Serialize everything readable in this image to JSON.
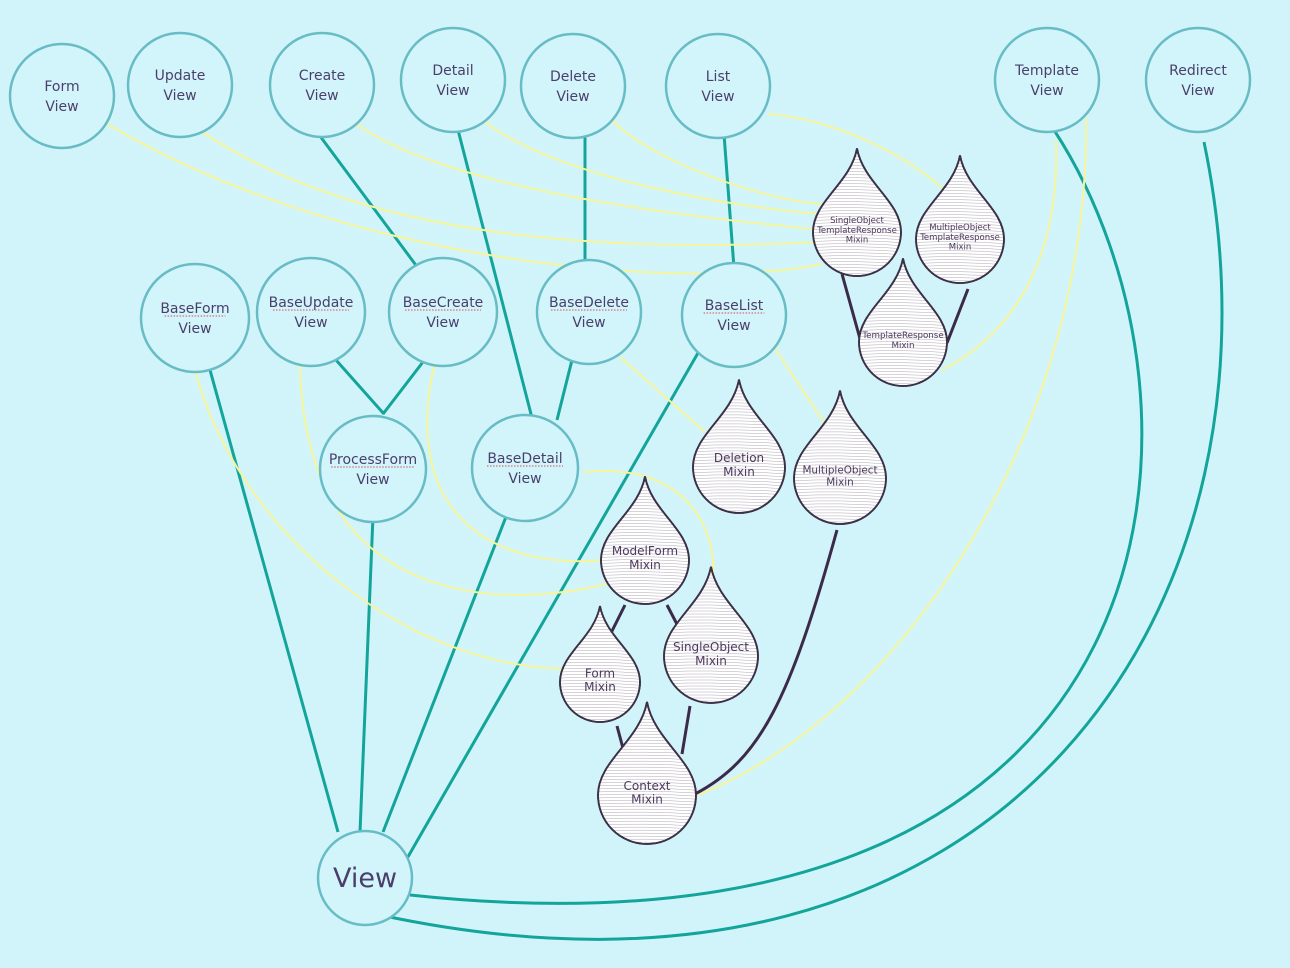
{
  "class_views": [
    {
      "id": "form",
      "lines": [
        "Form",
        "View"
      ]
    },
    {
      "id": "update",
      "lines": [
        "Update",
        "View"
      ]
    },
    {
      "id": "create",
      "lines": [
        "Create",
        "View"
      ]
    },
    {
      "id": "detail",
      "lines": [
        "Detail",
        "View"
      ]
    },
    {
      "id": "delete",
      "lines": [
        "Delete",
        "View"
      ]
    },
    {
      "id": "list",
      "lines": [
        "List",
        "View"
      ]
    },
    {
      "id": "template",
      "lines": [
        "Template",
        "View"
      ]
    },
    {
      "id": "redirect",
      "lines": [
        "Redirect",
        "View"
      ]
    },
    {
      "id": "baseform",
      "lines": [
        "BaseForm",
        "View"
      ]
    },
    {
      "id": "baseupdate",
      "lines": [
        "BaseUpdate",
        "View"
      ]
    },
    {
      "id": "basecreate",
      "lines": [
        "BaseCreate",
        "View"
      ]
    },
    {
      "id": "basedelete",
      "lines": [
        "BaseDelete",
        "View"
      ]
    },
    {
      "id": "baselist",
      "lines": [
        "BaseList",
        "View"
      ]
    },
    {
      "id": "processform",
      "lines": [
        "ProcessForm",
        "View"
      ]
    },
    {
      "id": "basedetail",
      "lines": [
        "BaseDetail",
        "View"
      ]
    },
    {
      "id": "view",
      "lines": [
        "View"
      ]
    }
  ],
  "mixins": [
    {
      "id": "singleobject_tr",
      "lines": [
        "SingleObject",
        "TemplateResponse",
        "Mixin"
      ]
    },
    {
      "id": "multipleobject_tr",
      "lines": [
        "MultipleObject",
        "TemplateResponse",
        "Mixin"
      ]
    },
    {
      "id": "templateresponse",
      "lines": [
        "TemplateResponse",
        "Mixin"
      ]
    },
    {
      "id": "deletion",
      "lines": [
        "Deletion",
        "Mixin"
      ]
    },
    {
      "id": "multipleobject",
      "lines": [
        "MultipleObject",
        "Mixin"
      ]
    },
    {
      "id": "modelform",
      "lines": [
        "ModelForm",
        "Mixin"
      ]
    },
    {
      "id": "singleobject",
      "lines": [
        "SingleObject",
        "Mixin"
      ]
    },
    {
      "id": "form_mixin",
      "lines": [
        "Form",
        "Mixin"
      ]
    },
    {
      "id": "context",
      "lines": [
        "Context",
        "Mixin"
      ]
    }
  ],
  "edges": [
    {
      "from": "create",
      "to": "basecreate",
      "kind": "teal"
    },
    {
      "from": "detail",
      "to": "basedetail",
      "kind": "teal"
    },
    {
      "from": "delete",
      "to": "basedelete",
      "kind": "teal"
    },
    {
      "from": "list",
      "to": "baselist",
      "kind": "teal"
    },
    {
      "from": "baseupdate",
      "to": "processform",
      "kind": "teal"
    },
    {
      "from": "basecreate",
      "to": "processform",
      "kind": "teal"
    },
    {
      "from": "basedelete",
      "to": "basedetail",
      "kind": "teal"
    },
    {
      "from": "baseform",
      "to": "view",
      "kind": "teal"
    },
    {
      "from": "processform",
      "to": "view",
      "kind": "teal"
    },
    {
      "from": "basedetail",
      "to": "view",
      "kind": "teal"
    },
    {
      "from": "baselist",
      "to": "view",
      "kind": "teal"
    },
    {
      "from": "template",
      "to": "view",
      "kind": "teal"
    },
    {
      "from": "redirect",
      "to": "view",
      "kind": "teal"
    },
    {
      "from": "form",
      "to": "singleobject_tr",
      "kind": "yellow"
    },
    {
      "from": "update",
      "to": "singleobject_tr",
      "kind": "yellow"
    },
    {
      "from": "create",
      "to": "singleobject_tr",
      "kind": "yellow"
    },
    {
      "from": "detail",
      "to": "singleobject_tr",
      "kind": "yellow"
    },
    {
      "from": "delete",
      "to": "singleobject_tr",
      "kind": "yellow"
    },
    {
      "from": "list",
      "to": "multipleobject_tr",
      "kind": "yellow"
    },
    {
      "from": "template",
      "to": "templateresponse",
      "kind": "yellow"
    },
    {
      "from": "template",
      "to": "context",
      "kind": "yellow"
    },
    {
      "from": "basedelete",
      "to": "deletion",
      "kind": "yellow"
    },
    {
      "from": "baselist",
      "to": "multipleobject",
      "kind": "yellow"
    },
    {
      "from": "baseupdate",
      "to": "modelform",
      "kind": "yellow"
    },
    {
      "from": "basecreate",
      "to": "modelform",
      "kind": "yellow"
    },
    {
      "from": "basedetail",
      "to": "singleobject",
      "kind": "yellow"
    },
    {
      "from": "baseform",
      "to": "form_mixin",
      "kind": "yellow"
    },
    {
      "from": "singleobject_tr",
      "to": "templateresponse",
      "kind": "dark"
    },
    {
      "from": "multipleobject_tr",
      "to": "templateresponse",
      "kind": "dark"
    },
    {
      "from": "modelform",
      "to": "form_mixin",
      "kind": "dark"
    },
    {
      "from": "modelform",
      "to": "singleobject",
      "kind": "dark"
    },
    {
      "from": "form_mixin",
      "to": "context",
      "kind": "dark"
    },
    {
      "from": "singleobject",
      "to": "context",
      "kind": "dark"
    },
    {
      "from": "multipleobject",
      "to": "context",
      "kind": "dark"
    }
  ],
  "colors": {
    "background": "#d1f4fa",
    "inheritance_edge": "#13a49a",
    "mixin_edge": "#f7f59a",
    "mixin_chain_edge": "#3b2a4a",
    "circle_stroke": "#68bcc6"
  }
}
